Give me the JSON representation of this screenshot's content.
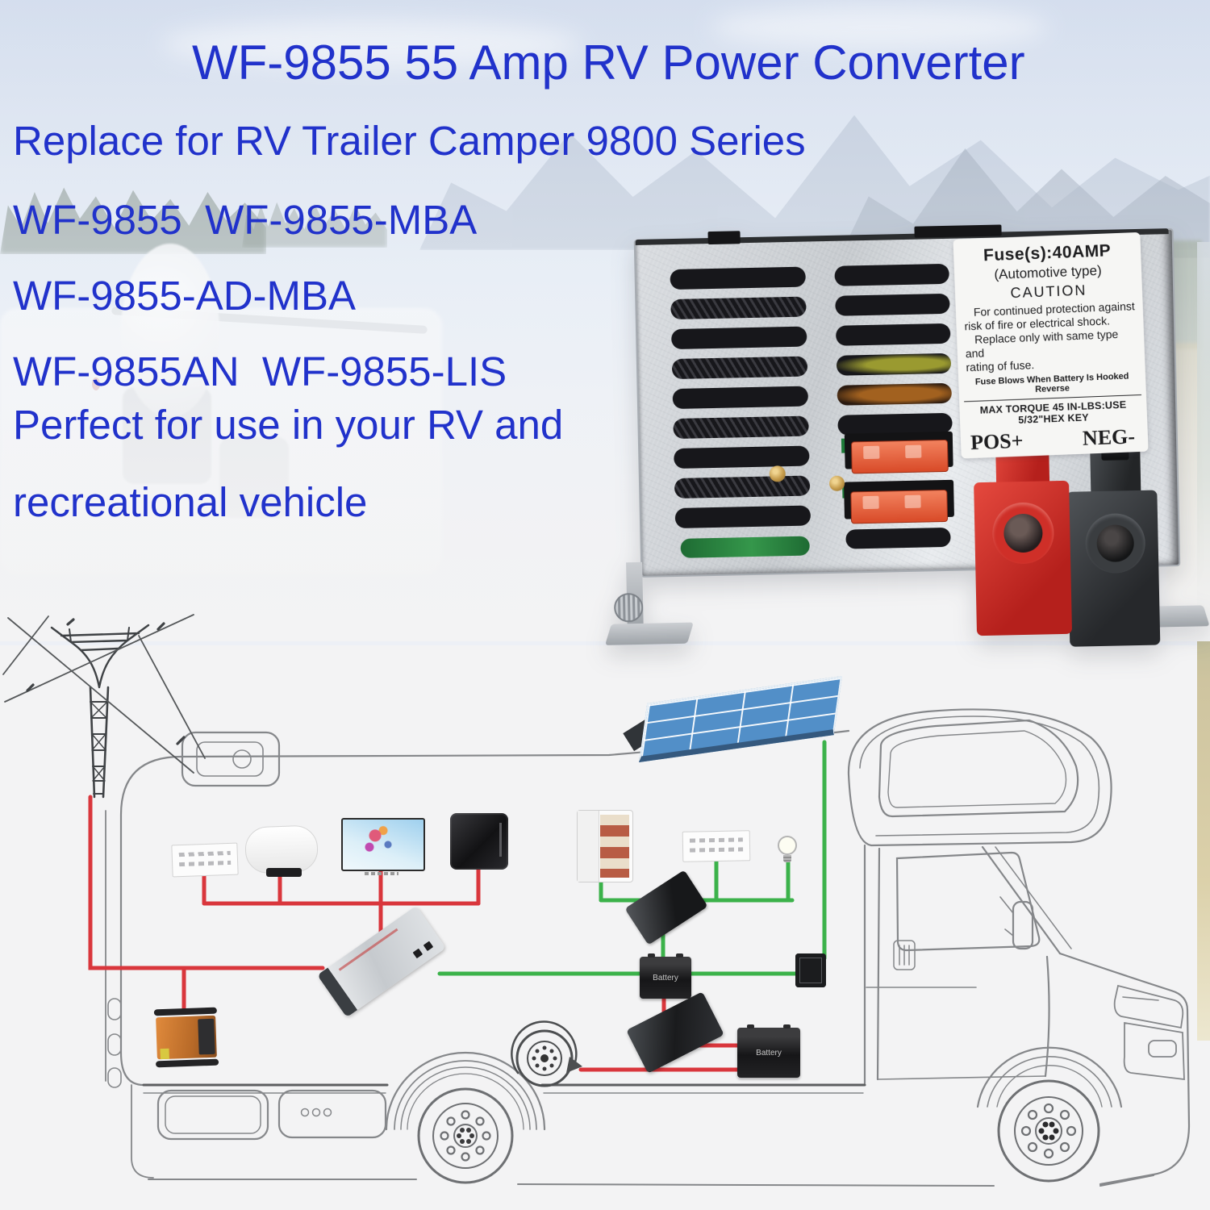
{
  "colors": {
    "text_blue": "#2132cb",
    "wire_ac": "#d9363c",
    "wire_dc": "#3bb24a",
    "terminal_pos": "#d63430",
    "terminal_neg": "#3a3d41",
    "solar_blue": "#528fc8"
  },
  "marketing": {
    "title": "WF-9855 55 Amp RV Power Converter",
    "line1": "Replace for RV Trailer Camper 9800 Series",
    "line2": "WF-9855  WF-9855-MBA",
    "line3": "WF-9855-AD-MBA",
    "line4": "WF-9855AN  WF-9855-LIS",
    "line5": "Perfect for use in your RV and",
    "line6": "recreational vehicle"
  },
  "converter_label": {
    "fuse_rating": "Fuse(s):40AMP",
    "fuse_type": "(Automotive type)",
    "caution_heading": "CAUTION",
    "caution_line1": "For continued protection against",
    "caution_line2": "risk of fire or electrical shock.",
    "caution_line3": "Replace only with same type and",
    "caution_line4": "rating of fuse.",
    "reverse_note": "Fuse Blows When Battery Is Hooked Reverse",
    "torque_note": "MAX TORQUE 45 IN-LBS:USE 5/32\"HEX KEY",
    "positive_terminal": "POS+",
    "negative_terminal": "NEG-"
  },
  "diagram": {
    "battery_label": "Battery"
  }
}
